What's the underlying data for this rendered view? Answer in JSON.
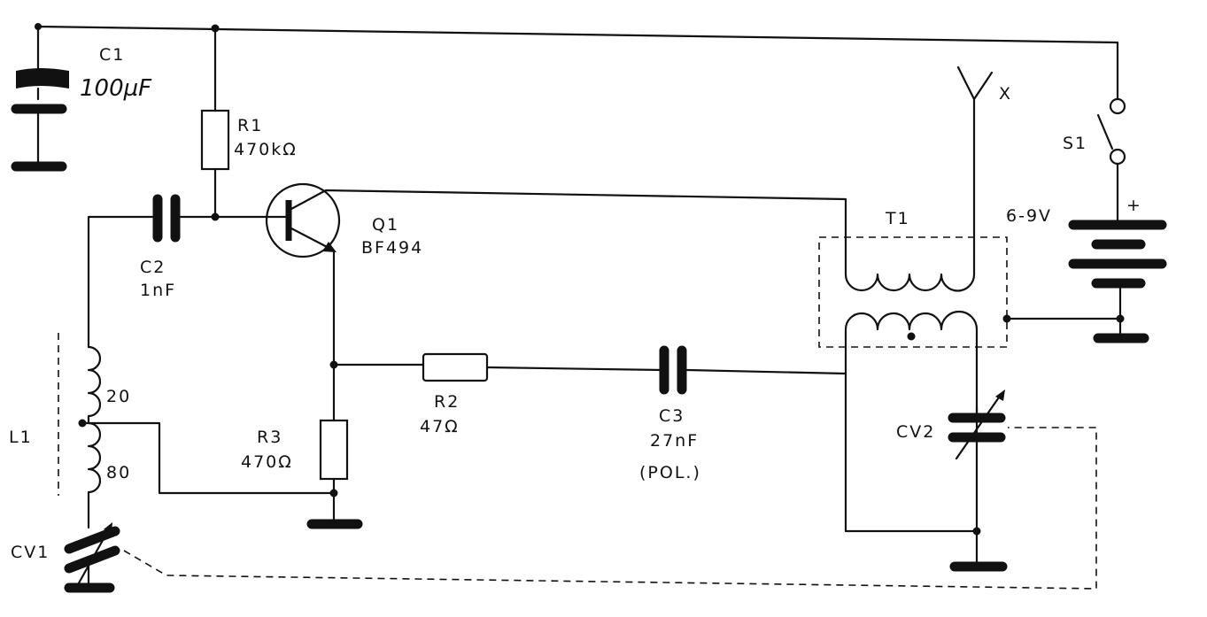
{
  "components": {
    "c1": {
      "ref": "C1",
      "value": "100µF"
    },
    "r1": {
      "ref": "R1",
      "value": "470kΩ"
    },
    "c2": {
      "ref": "C2",
      "value": "1nF"
    },
    "q1": {
      "ref": "Q1",
      "value": "BF494"
    },
    "t1": {
      "ref": "T1"
    },
    "s1": {
      "ref": "S1"
    },
    "battery": {
      "value": "6-9V",
      "polarity": "+"
    },
    "antenna": {
      "ref": "X"
    },
    "r2": {
      "ref": "R2",
      "value": "47Ω"
    },
    "c3": {
      "ref": "C3",
      "value": "27nF",
      "note": "(POL.)"
    },
    "r3": {
      "ref": "R3",
      "value": "470Ω"
    },
    "l1": {
      "ref": "L1",
      "tap_upper": "20",
      "tap_lower": "80"
    },
    "cv1": {
      "ref": "CV1"
    },
    "cv2": {
      "ref": "CV2"
    }
  }
}
